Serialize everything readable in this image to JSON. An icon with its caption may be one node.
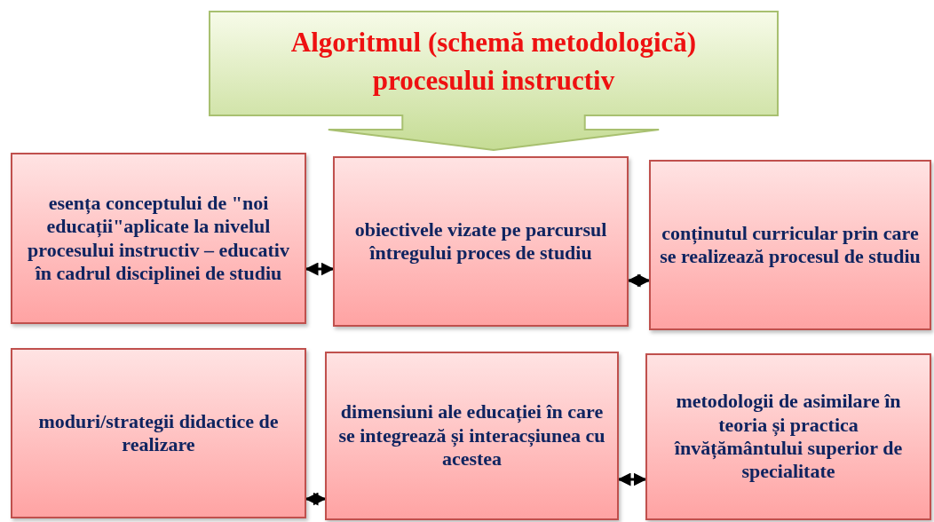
{
  "diagram": {
    "nodes": [
      {
        "text": [
          "Algoritmul (schemă metodologică) procesului instructiv"
        ]
      },
      {
        "text": [
          "esența conceptului de \"noi educații\"aplicate la nivelul procesului instructiv – educativ în cadrul disciplinei de studiu"
        ]
      },
      {
        "text": [
          "obiectivele vizate pe parcursul întregului proces de studiu"
        ]
      },
      {
        "text": [
          "conținutul curricular prin care se realizează procesul de studiu"
        ]
      },
      {
        "text": [
          "moduri/strategii didactice de realizare"
        ]
      },
      {
        "text": [
          "dimensiuni ale educației în care se integrează și interacșiunea cu acestea"
        ]
      },
      {
        "text": [
          "metodologii de asimilare în teoria și practica învățământului superior de specialitate"
        ]
      }
    ],
    "edges": [
      {
        "from": 1,
        "to": 2,
        "arrow": "both"
      },
      {
        "from": 2,
        "to": 3,
        "arrow": "both"
      },
      {
        "from": 4,
        "to": 5,
        "arrow": "both"
      },
      {
        "from": 5,
        "to": 6,
        "arrow": "both"
      }
    ]
  }
}
